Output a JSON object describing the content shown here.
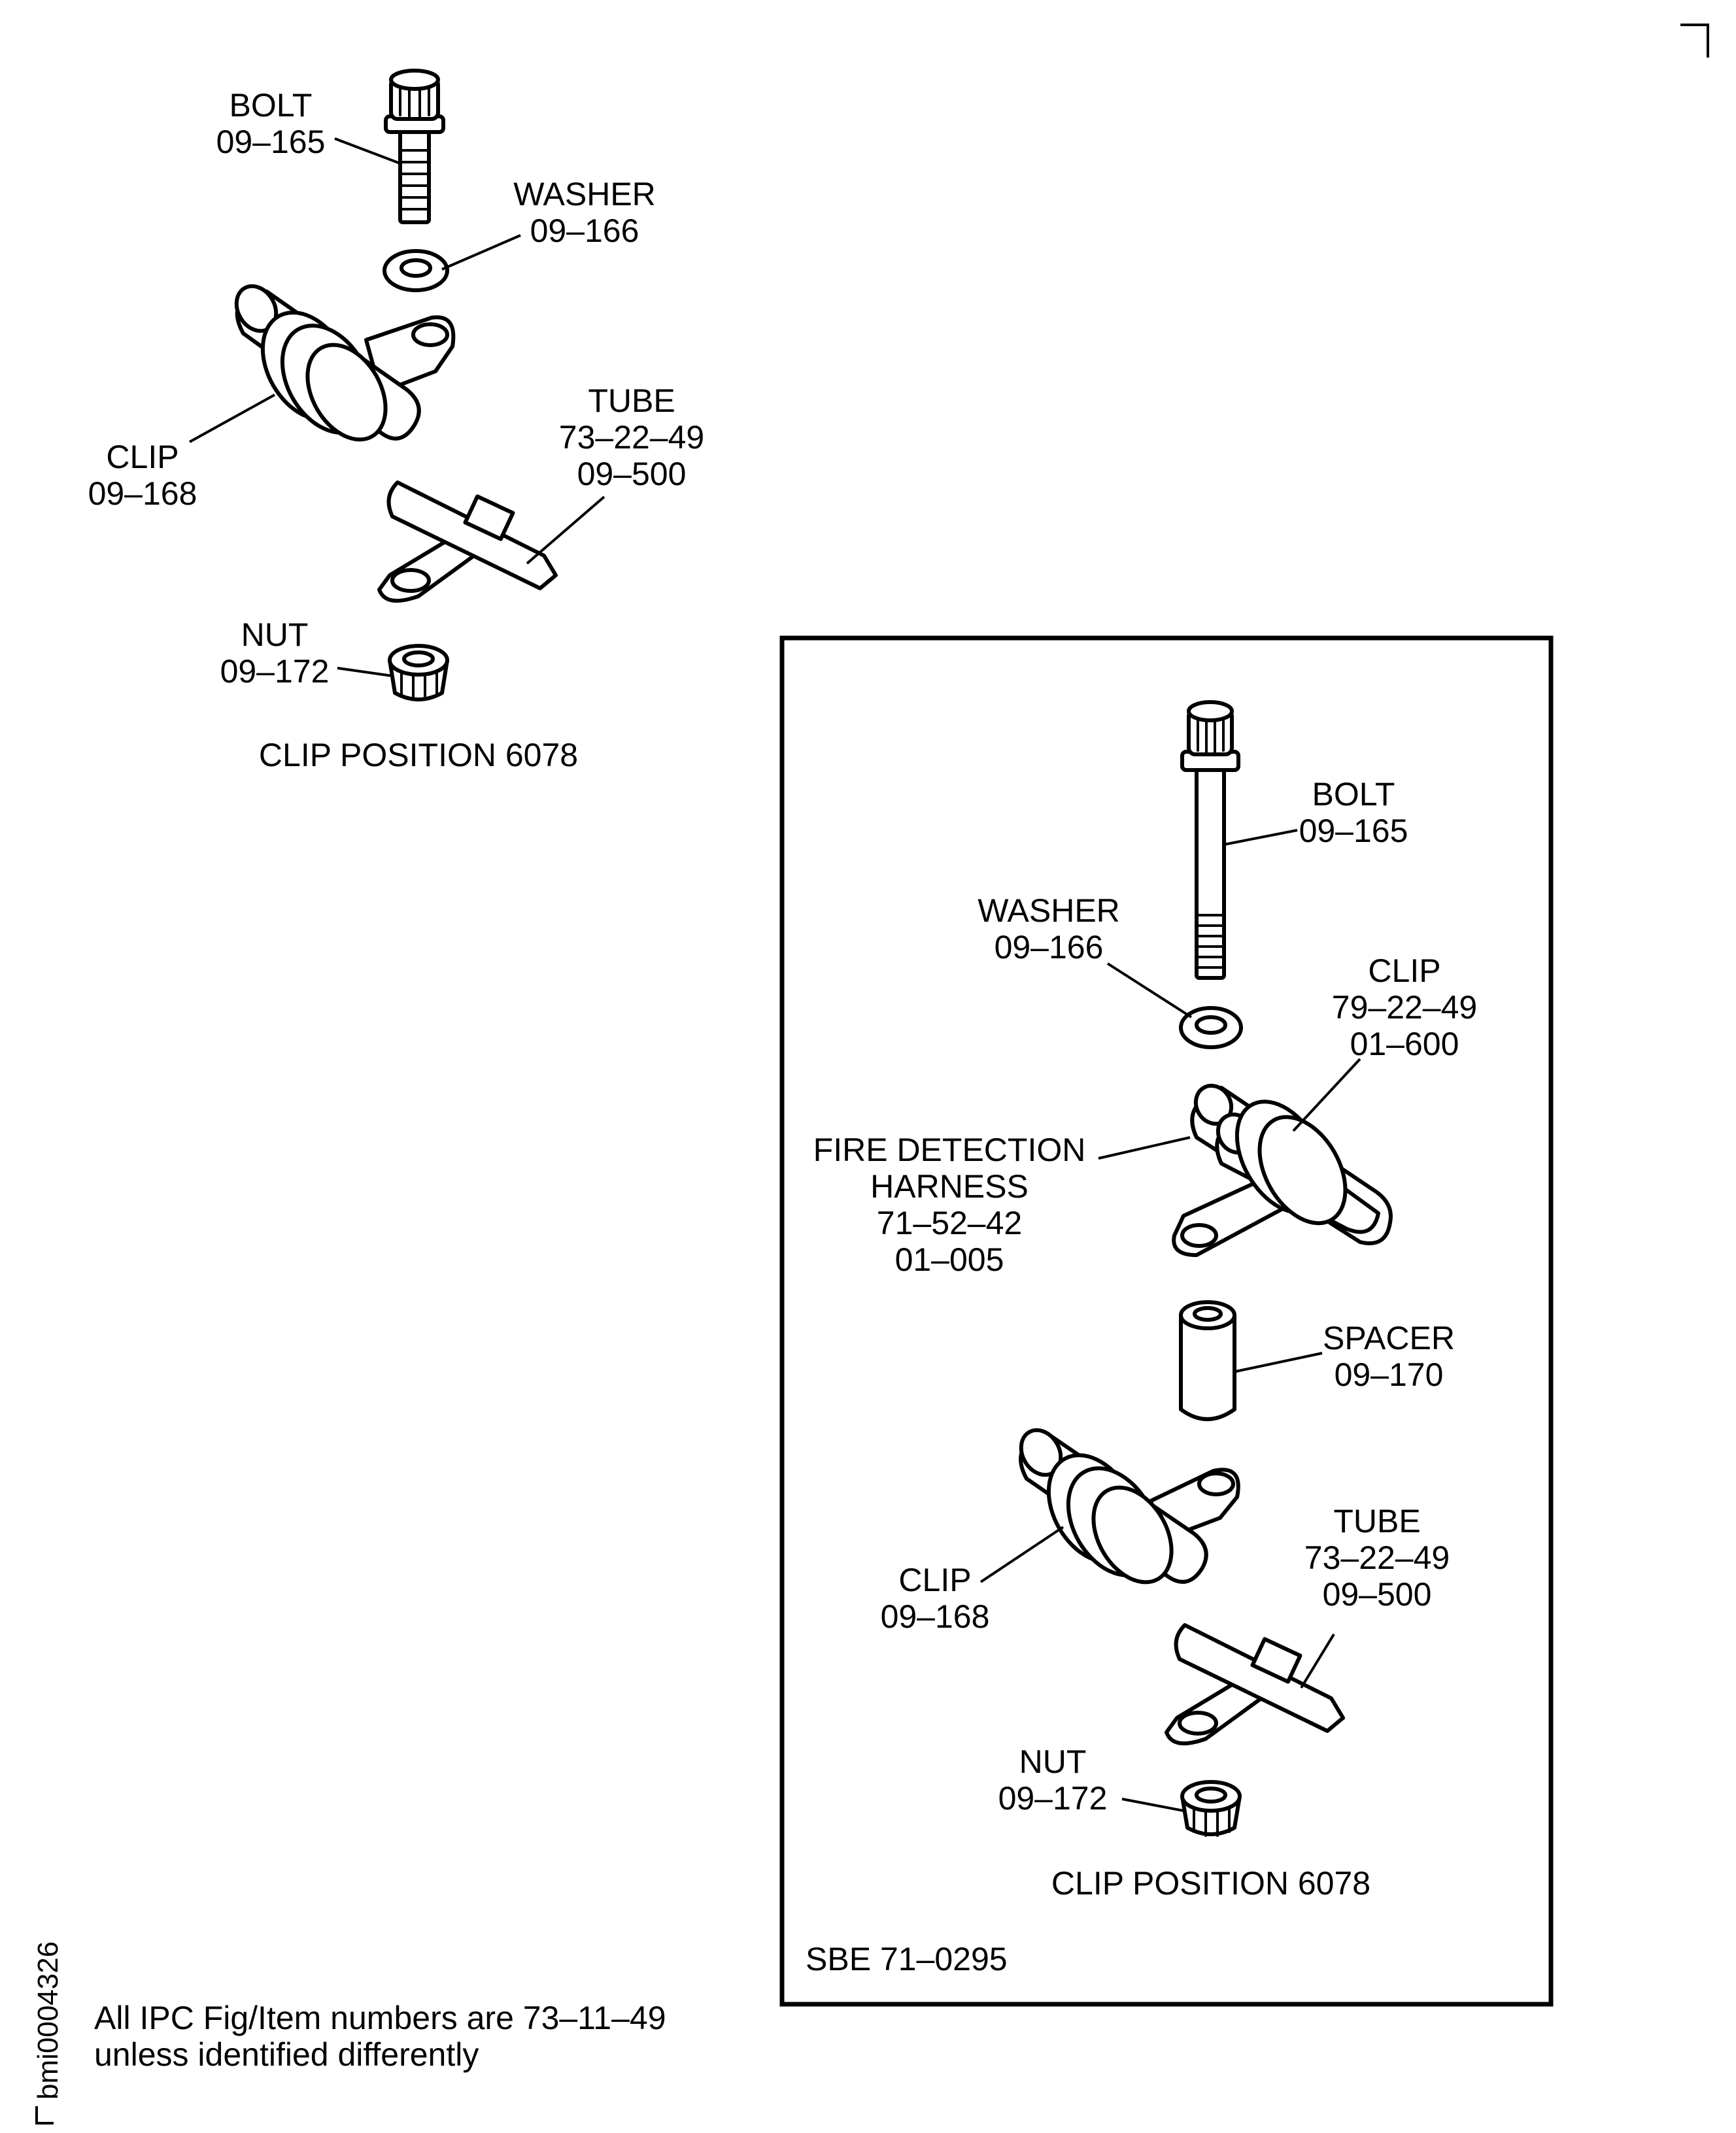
{
  "left_view": {
    "bolt": {
      "name": "BOLT",
      "number": "09–165"
    },
    "washer": {
      "name": "WASHER",
      "number": "09–166"
    },
    "clip": {
      "name": "CLIP",
      "number": "09–168"
    },
    "tube": {
      "name": "TUBE",
      "ref": "73–22–49",
      "number": "09–500"
    },
    "nut": {
      "name": "NUT",
      "number": "09–172"
    },
    "caption": "CLIP POSITION 6078"
  },
  "right_view": {
    "bolt": {
      "name": "BOLT",
      "number": "09–165"
    },
    "washer": {
      "name": "WASHER",
      "number": "09–166"
    },
    "clip_upper": {
      "name": "CLIP",
      "ref": "79–22–49",
      "number": "01–600"
    },
    "harness": {
      "line1": "FIRE DETECTION",
      "line2": "HARNESS",
      "ref": "71–52–42",
      "number": "01–005"
    },
    "spacer": {
      "name": "SPACER",
      "number": "09–170"
    },
    "clip_lower": {
      "name": "CLIP",
      "number": "09–168"
    },
    "tube": {
      "name": "TUBE",
      "ref": "73–22–49",
      "number": "09–500"
    },
    "nut": {
      "name": "NUT",
      "number": "09–172"
    },
    "caption": "CLIP POSITION 6078",
    "sbe": "SBE 71–0295"
  },
  "footnote": {
    "line1": "All IPC Fig/Item numbers are 73–11–49",
    "line2": "unless identified differently"
  },
  "drawing_id": "bmi0004326"
}
